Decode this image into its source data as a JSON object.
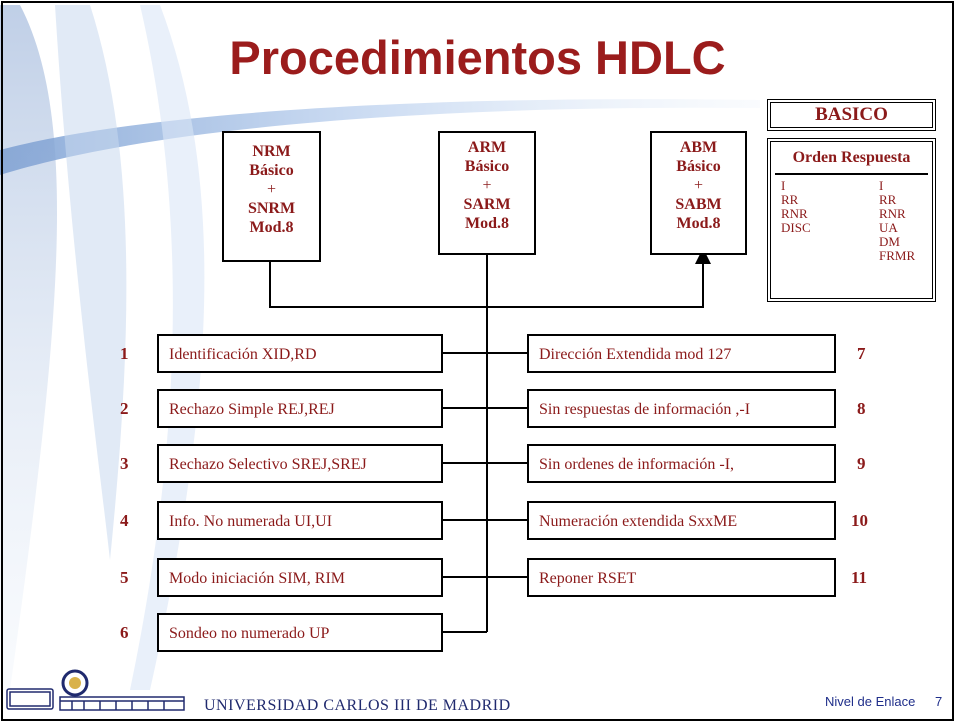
{
  "title": "Procedimientos HDLC",
  "modes": [
    {
      "lines": [
        "NRM",
        "Básico",
        "+",
        "SNRM",
        "Mod.8"
      ]
    },
    {
      "lines": [
        "ARM",
        "Básico",
        "+",
        "SARM",
        "Mod.8"
      ]
    },
    {
      "lines": [
        "ABM",
        "Básico",
        "+",
        "SABM",
        "Mod.8"
      ]
    }
  ],
  "left_options": [
    {
      "num": "1",
      "label": "Identificación XID,RD"
    },
    {
      "num": "2",
      "label": "Rechazo Simple REJ,REJ"
    },
    {
      "num": "3",
      "label": "Rechazo Selectivo SREJ,SREJ"
    },
    {
      "num": "4",
      "label": "Info. No numerada UI,UI"
    },
    {
      "num": "5",
      "label": "Modo iniciación  SIM, RIM"
    },
    {
      "num": "6",
      "label": "Sondeo no numerado UP"
    }
  ],
  "right_options": [
    {
      "num": "7",
      "label": "Dirección Extendida mod 127"
    },
    {
      "num": "8",
      "label": "Sin respuestas de información    ,-I"
    },
    {
      "num": "9",
      "label": "Sin ordenes de información  -I,"
    },
    {
      "num": "10",
      "label": "Numeración extendida SxxME"
    },
    {
      "num": "11",
      "label": "Reponer   RSET"
    }
  ],
  "basico": {
    "title": "BASICO",
    "header": "Orden Respuesta",
    "orden": [
      "I",
      "RR",
      "RNR",
      "DISC"
    ],
    "respuesta": [
      "I",
      "RR",
      "RNR",
      "UA",
      "DM",
      "FRMR"
    ]
  },
  "footer": {
    "university": "UNIVERSIDAD CARLOS III DE MADRID",
    "section": "Nivel de Enlace",
    "page": "7"
  },
  "colors": {
    "title": "#9b1c1c",
    "text": "#8b1a1a",
    "footer": "#202a6e"
  }
}
